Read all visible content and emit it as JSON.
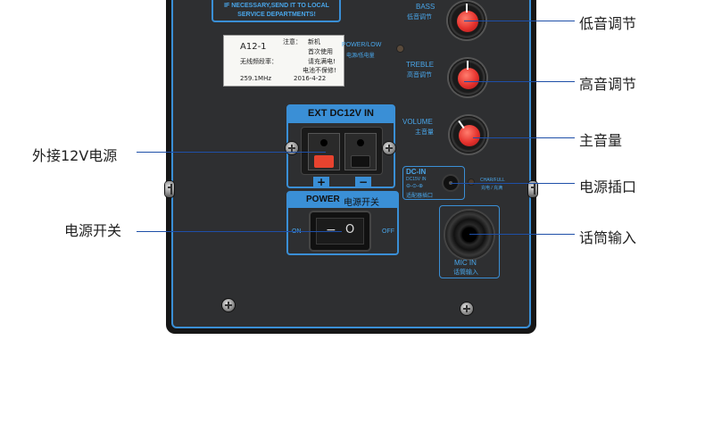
{
  "panel": {
    "warning_line1": "IF NECESSARY,SEND IT TO LOCAL",
    "warning_line2": "SERVICE DEPARTMENTS!",
    "sticker": {
      "model": "A12-1",
      "note_label": "注意：",
      "note_value": "新机",
      "first_use": "首次使用",
      "wireless_label": "无线频段率：",
      "charge": "请充满电!",
      "battery": "电池不保修!",
      "freq": "259.1MHz",
      "date": "2016-4-22"
    },
    "power_low_en": "POWER/LOW",
    "power_low_cn": "电源/低电量",
    "bass_en": "BASS",
    "bass_cn": "低音调节",
    "treble_en": "TREBLE",
    "treble_cn": "高音调节",
    "volume_en": "VOLUME",
    "volume_cn": "主音量",
    "ext_title": "EXT  DC12V IN",
    "plus": "+",
    "minus": "−",
    "dcin_title": "DC-IN",
    "dcin_spec": "DC15V IN",
    "dcin_cn": "适配器插口",
    "char_full_en": "CHAR/FULL",
    "char_full_cn": "充电 / 充满",
    "power_title_en": "POWER",
    "power_title_cn": "电源开关",
    "on": "ON",
    "off": "OFF",
    "switch_minus": "−",
    "switch_o": "O",
    "mic_en": "MIC IN",
    "mic_cn": "话筒输入"
  },
  "annotations": {
    "bass": "低音调节",
    "treble": "高音调节",
    "volume": "主音量",
    "dc_jack": "电源插口",
    "mic": "话筒输入",
    "ext": "外接12V电源",
    "power_switch": "电源开关"
  },
  "colors": {
    "panel_blue": "#3a8fd6",
    "knob_red": "#e5322d",
    "terminal_red": "#e8432f",
    "annotation_line": "#1e4fa8"
  }
}
